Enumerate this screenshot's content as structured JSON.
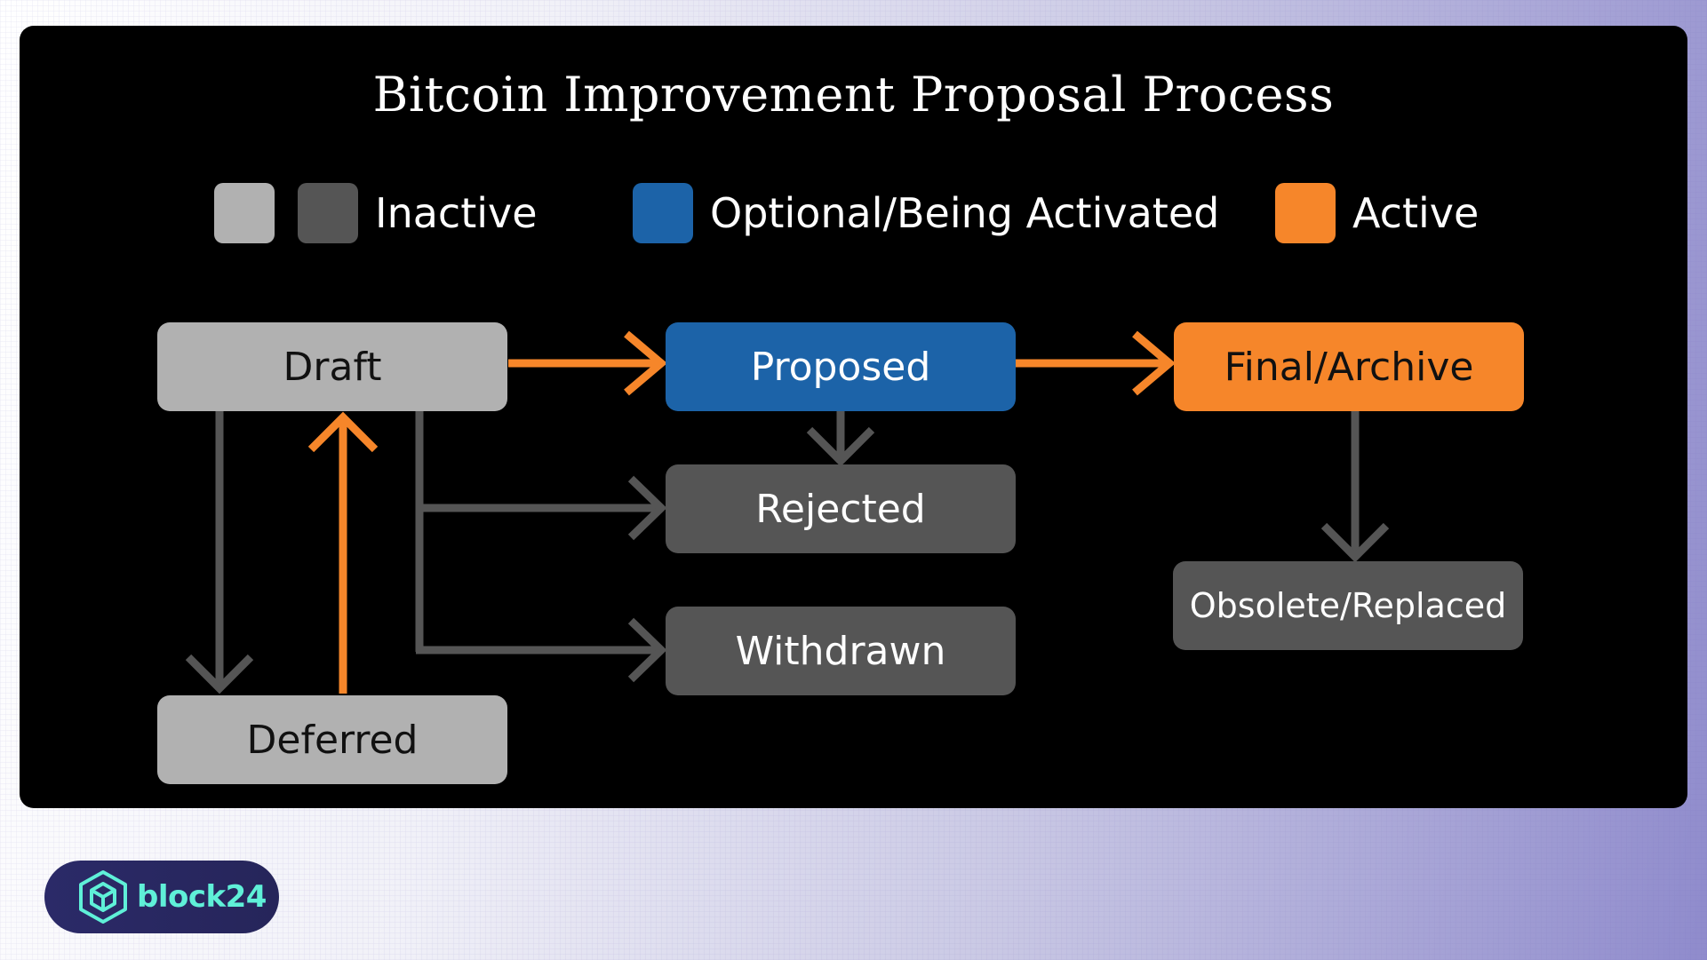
{
  "title": "Bitcoin Improvement Proposal Process",
  "legend": [
    {
      "label": "Inactive",
      "colors": [
        "#b1b1b1",
        "#555555"
      ]
    },
    {
      "label": "Optional/Being Activated",
      "colors": [
        "#1c63a8"
      ]
    },
    {
      "label": "Active",
      "colors": [
        "#f6862a"
      ]
    }
  ],
  "nodes": {
    "draft": "Draft",
    "proposed": "Proposed",
    "final": "Final/Archive",
    "rejected": "Rejected",
    "withdrawn": "Withdrawn",
    "deferred": "Deferred",
    "obsolete": "Obsolete/Replaced"
  },
  "edges": [
    {
      "from": "Draft",
      "to": "Proposed",
      "color": "orange"
    },
    {
      "from": "Proposed",
      "to": "Final/Archive",
      "color": "orange"
    },
    {
      "from": "Proposed",
      "to": "Rejected",
      "color": "gray"
    },
    {
      "from": "Draft",
      "to": "Rejected",
      "color": "gray"
    },
    {
      "from": "Draft",
      "to": "Withdrawn",
      "color": "gray"
    },
    {
      "from": "Draft",
      "to": "Deferred",
      "color": "gray"
    },
    {
      "from": "Deferred",
      "to": "Draft",
      "color": "orange"
    },
    {
      "from": "Final/Archive",
      "to": "Obsolete/Replaced",
      "color": "gray"
    }
  ],
  "colors": {
    "inactive_light": "#b1b1b1",
    "inactive_dark": "#555555",
    "optional": "#1c63a8",
    "active": "#f6862a",
    "logo_accent": "#5ff0d8"
  },
  "logo": {
    "text": "block24",
    "icon": "cube-hexagon-icon"
  }
}
